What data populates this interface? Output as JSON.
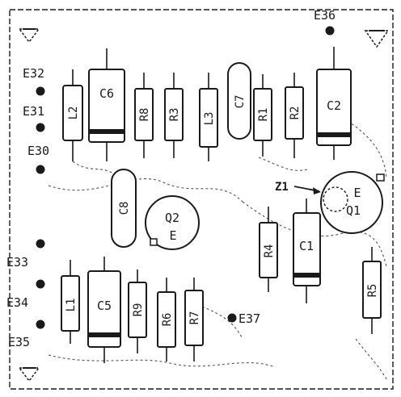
{
  "components": {
    "L2": "L2",
    "C6": "C6",
    "R8": "R8",
    "R3": "R3",
    "L3": "L3",
    "C7": "C7",
    "R1": "R1",
    "R2": "R2",
    "C2": "C2",
    "C8": "C8",
    "Q2": "Q2",
    "Q2_E": "E",
    "Z1": "Z1",
    "Q1": "Q1",
    "Q1_E": "E",
    "R4": "R4",
    "C1": "C1",
    "R5": "R5",
    "L1": "L1",
    "C5": "C5",
    "R9": "R9",
    "R6": "R6",
    "R7": "R7"
  },
  "terminals": {
    "E30": "E30",
    "E31": "E31",
    "E32": "E32",
    "E33": "E33",
    "E34": "E34",
    "E35": "E35",
    "E36": "E36",
    "E37": "E37"
  }
}
